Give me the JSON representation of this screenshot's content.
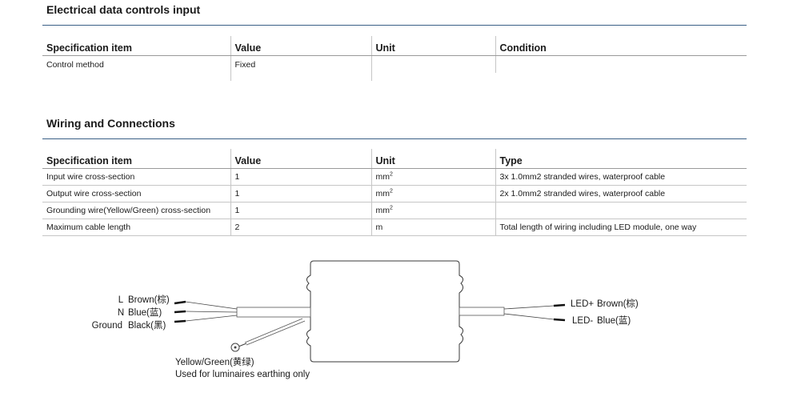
{
  "section1": {
    "title": "Electrical data controls input",
    "headers": [
      "Specification item",
      "Value",
      "Unit",
      "Condition"
    ],
    "rows": [
      [
        "Control method",
        "Fixed",
        "",
        ""
      ]
    ]
  },
  "section2": {
    "title": "Wiring and Connections",
    "headers": [
      "Specification item",
      "Value",
      "Unit",
      "Type"
    ],
    "rows": [
      {
        "item": "Input wire cross-section",
        "value": "1",
        "unit": "mm",
        "unit_sup": "2",
        "type": "3x 1.0mm2 stranded wires, waterproof cable"
      },
      {
        "item": "Output wire cross-section",
        "value": "1",
        "unit": "mm",
        "unit_sup": "2",
        "type": "2x 1.0mm2 stranded wires, waterproof cable"
      },
      {
        "item": "Grounding wire(Yellow/Green) cross-section",
        "value": "1",
        "unit": "mm",
        "unit_sup": "2",
        "type": ""
      },
      {
        "item": "Maximum cable length",
        "value": "2",
        "unit": "m",
        "unit_sup": "",
        "type": "Total length of wiring including LED module, one way"
      }
    ]
  },
  "diagram": {
    "input_labels": [
      {
        "pin": "L",
        "color": "Brown(棕)"
      },
      {
        "pin": "N",
        "color": "Blue(蓝)"
      },
      {
        "pin": "Ground",
        "color": "Black(黑)"
      }
    ],
    "output_labels": [
      {
        "pin": "LED+",
        "color": "Brown(棕)"
      },
      {
        "pin": "LED-",
        "color": "Blue(蓝)"
      }
    ],
    "earth_label": "Yellow/Green(黄绿)",
    "earth_note": "Used for luminaires earthing only"
  }
}
